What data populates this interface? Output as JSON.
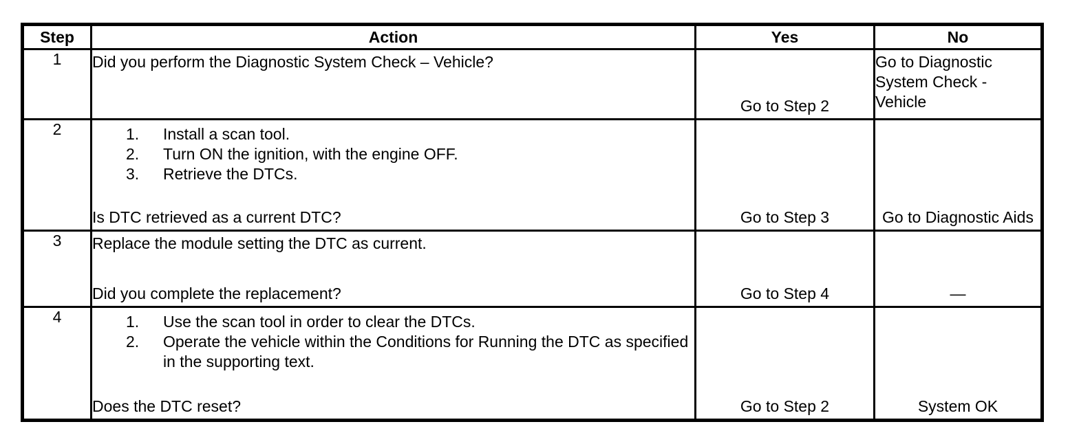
{
  "table": {
    "headers": {
      "step": "Step",
      "action": "Action",
      "yes": "Yes",
      "no": "No"
    },
    "rows": [
      {
        "step": "1",
        "action_lead": "Did you perform the Diagnostic System Check – Vehicle?",
        "action_list": [],
        "action_tail": "",
        "yes": "Go to Step 2",
        "no": "Go to Diagnostic System Check - Vehicle",
        "no_align": "top-left"
      },
      {
        "step": "2",
        "action_lead": "",
        "action_list": [
          {
            "num": "1.",
            "text": "Install a scan tool."
          },
          {
            "num": "2.",
            "text": "Turn ON the ignition, with the engine OFF."
          },
          {
            "num": "3.",
            "text": "Retrieve the DTCs."
          }
        ],
        "action_tail": "Is DTC retrieved as a current DTC?",
        "yes": "Go to Step 3",
        "no": "Go to Diagnostic Aids",
        "no_align": "bottom-center"
      },
      {
        "step": "3",
        "action_lead": "Replace the module setting the DTC as current.",
        "action_list": [],
        "action_tail": "Did you complete the replacement?",
        "yes": "Go to Step 4",
        "no": "—",
        "no_align": "bottom-center"
      },
      {
        "step": "4",
        "action_lead": "",
        "action_list": [
          {
            "num": "1.",
            "text": "Use the scan tool in order to clear the DTCs."
          },
          {
            "num": "2.",
            "text": "Operate the vehicle within the Conditions for Running the DTC as specified in the supporting text."
          }
        ],
        "action_tail": "Does the DTC reset?",
        "yes": "Go to Step 2",
        "no": "System OK",
        "no_align": "bottom-center"
      }
    ]
  },
  "colors": {
    "border": "#000000",
    "text": "#000000",
    "background": "#ffffff"
  }
}
